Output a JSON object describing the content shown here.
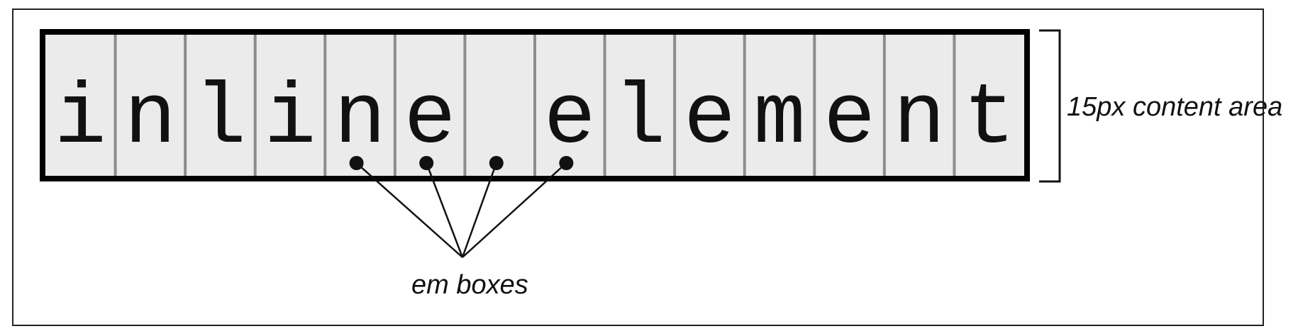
{
  "text": "inline element",
  "content_area_label": "15px content area",
  "em_boxes_label": "em boxes",
  "em_box_pointer_indices": [
    4,
    5,
    6,
    7
  ],
  "colors": {
    "cell_fill": "#ebebeb",
    "cell_divider": "#8c8c8c",
    "outer_border": "#000000",
    "text": "#111111",
    "frame": "#222222"
  }
}
